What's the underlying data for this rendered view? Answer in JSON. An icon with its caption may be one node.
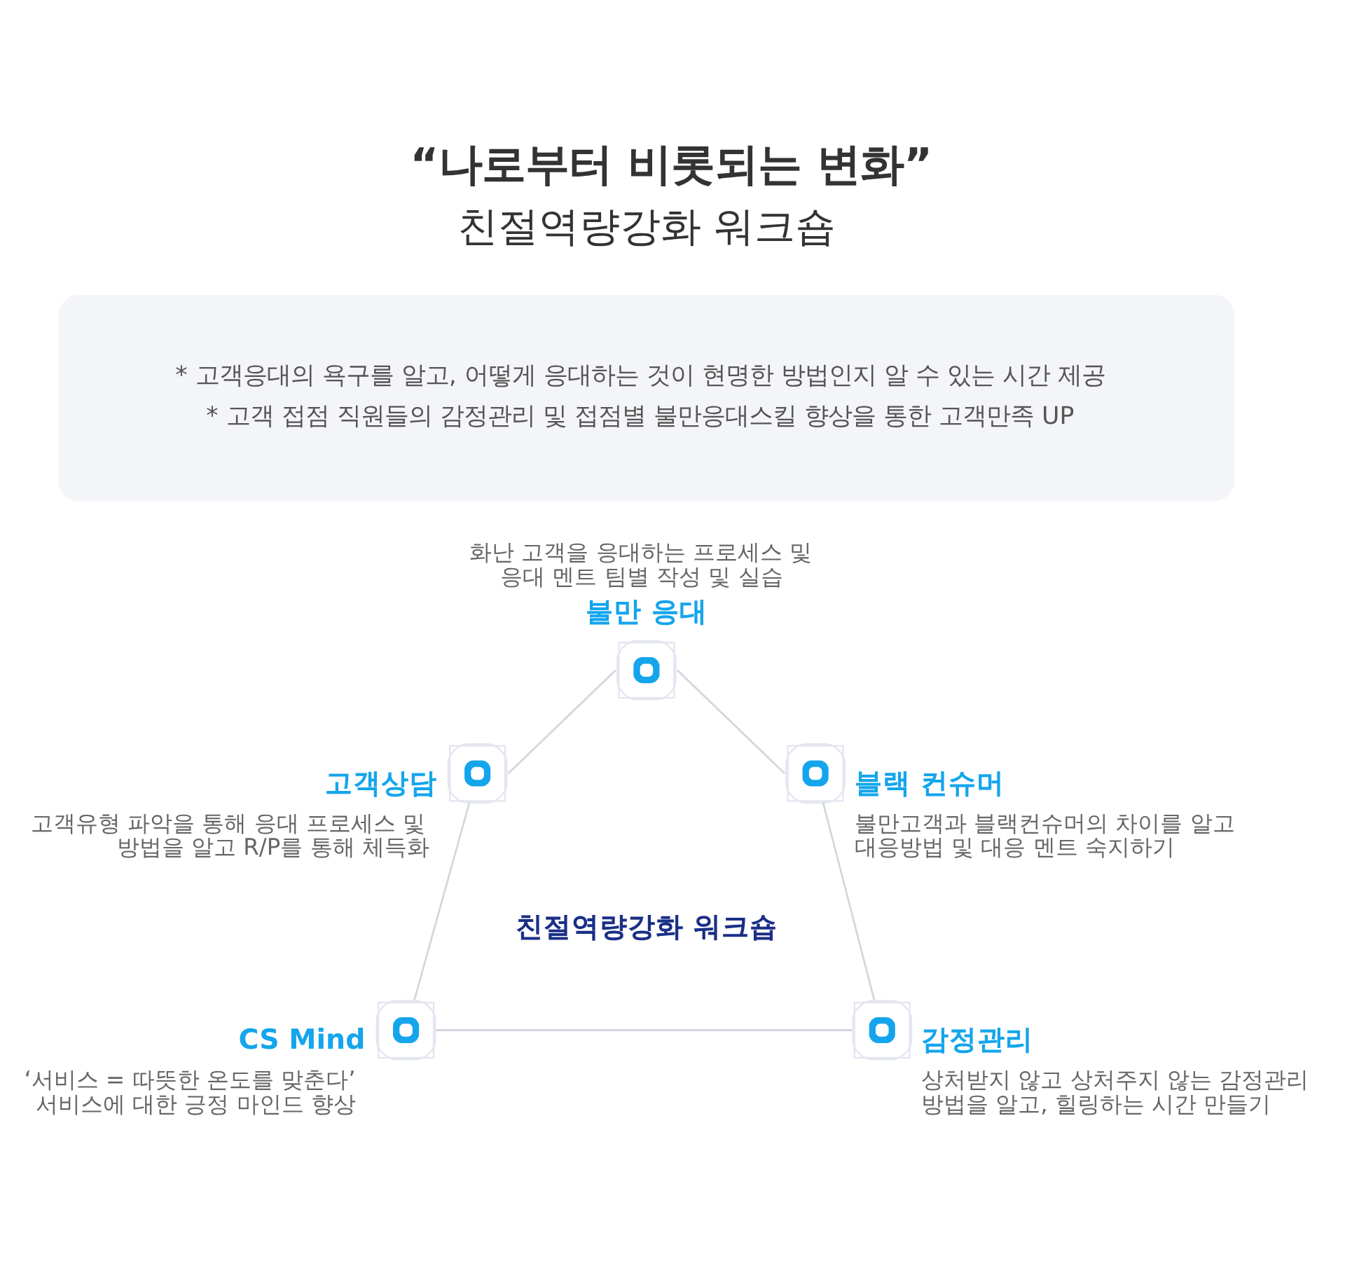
{
  "diagram": {
    "title": "“나로부터 비롯되는 변화”",
    "nodes": [
      {
        "text": [
          "* 고객응대의 욕구를 알고, 어떻게 응대하는 것이 현명한 방법인지 알 수 있는 시간 제공",
          "* 고객 접점 직원들의 감정관리 및 접점별 불만응대스킬 향상을 통한 고객만족 UP"
        ]
      },
      {
        "text": [
          "불만 응대"
        ],
        "beside": [
          "화난 고객을 응대하는 프로세스 및 응대 멘트 팀별 작성 및 실습"
        ]
      },
      {
        "text": [
          "고객상담"
        ],
        "beside": [
          "고객유형 파악을 통해 응대 프로세스 및 방법을 알고 R/P를 통해 체득화"
        ]
      },
      {
        "text": [
          "블랙 컨슈머"
        ],
        "beside": [
          "불만고객과 블랙컨슈머의 차이를 알고 대응방법 및 대응 멘트 숙지하기"
        ]
      },
      {
        "text": [
          "CS Mind"
        ],
        "beside": [
          "‘서비스 = 따뜻한 온도를 맞춘다’ 서비스에 대한 긍정 마인드 향상"
        ]
      },
      {
        "text": [
          "감정관리"
        ],
        "beside": [
          "상처받지 않고 상처주지 않는 감정관리 방법을 알고, 힐링하는 시간 만들기"
        ]
      }
    ],
    "edges": [
      {
        "from": 1,
        "to": 2,
        "arrow": "none"
      },
      {
        "from": 1,
        "to": 3,
        "arrow": "none"
      },
      {
        "from": 2,
        "to": 4,
        "arrow": "none"
      },
      {
        "from": 3,
        "to": 5,
        "arrow": "none"
      },
      {
        "from": 4,
        "to": 5,
        "arrow": "none"
      }
    ],
    "labels": [
      "친절역량강화 워크숍",
      "친절역량강화 워크숍"
    ]
  }
}
